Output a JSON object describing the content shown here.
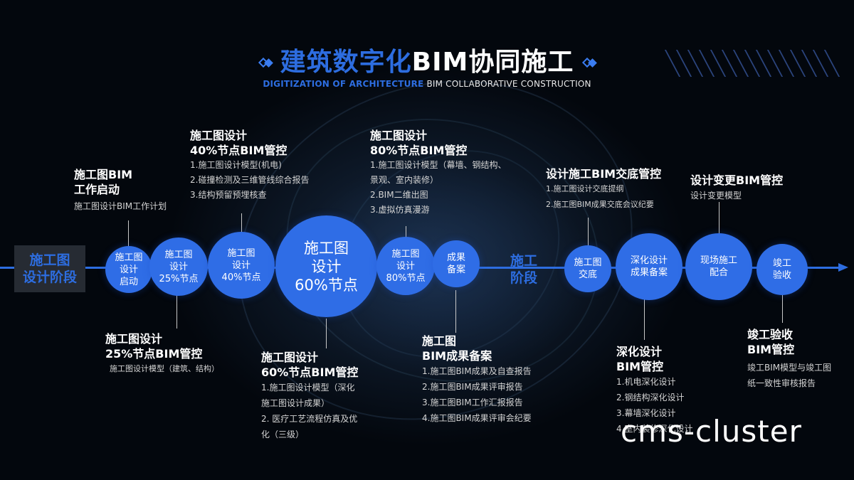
{
  "title": {
    "part1": "建筑数字化",
    "part2": "BIM协同施工"
  },
  "subtitle": {
    "part1": "DIGITIZATION OF ARCHITECTURE",
    "part2": "BIM COLLABORATIVE CONSTRUCTION"
  },
  "colors": {
    "accent": "#2f6de6",
    "background": "#03070d",
    "phase_box": "#262b33"
  },
  "phases": [
    {
      "line1": "施工图",
      "line2": "设计阶段"
    },
    {
      "line1": "施工",
      "line2": "阶段"
    }
  ],
  "nodes": [
    {
      "lines": [
        "施工图",
        "设计",
        "启动"
      ]
    },
    {
      "lines": [
        "施工图",
        "设计",
        "25%节点"
      ]
    },
    {
      "lines": [
        "施工图",
        "设计",
        "40%节点"
      ]
    },
    {
      "lines": [
        "施工图",
        "设计",
        "60%节点"
      ]
    },
    {
      "lines": [
        "施工图",
        "设计",
        "80%节点"
      ]
    },
    {
      "lines": [
        "成果",
        "备案"
      ]
    },
    {
      "lines": [
        "施工图",
        "交底"
      ]
    },
    {
      "lines": [
        "深化设计",
        "成果备案"
      ]
    },
    {
      "lines": [
        "现场施工",
        "配合"
      ]
    },
    {
      "lines": [
        "竣工",
        "验收"
      ]
    }
  ],
  "annotations": [
    {
      "heading": [
        "施工图BIM",
        "工作启动"
      ],
      "items": [
        "施工图设计BIM工作计划"
      ]
    },
    {
      "heading": [
        "施工图设计",
        "25%节点BIM管控"
      ],
      "items": [
        "施工图设计模型（建筑、结构）"
      ]
    },
    {
      "heading": [
        "施工图设计",
        "40%节点BIM管控"
      ],
      "items": [
        "1.施工图设计模型(机电)",
        "2.碰撞检测及三维管线综合报告",
        "3.结构预留预埋核查"
      ]
    },
    {
      "heading": [
        "施工图设计",
        "60%节点BIM管控"
      ],
      "items": [
        "1.施工图设计模型（深化",
        "施工图设计成果）",
        "2. 医疗工艺流程仿真及优",
        "化（三级）"
      ]
    },
    {
      "heading": [
        "施工图设计",
        "80%节点BIM管控"
      ],
      "items": [
        "1.施工图设计模型（幕墙、钢结构、",
        "景观、室内装修）",
        "2.BIM二维出图",
        "3.虚拟仿真漫游"
      ]
    },
    {
      "heading": [
        "施工图",
        "BIM成果备案"
      ],
      "items": [
        "1.施工图BIM成果及自查报告",
        "2.施工图BIM成果评审报告",
        "3.施工图BIM工作汇报报告",
        "4.施工图BIM成果评审会纪要"
      ]
    },
    {
      "heading": [
        "设计施工BIM交底管控"
      ],
      "items": [
        "1.施工图设计交底提纲",
        "2.施工图BIM成果交底会议纪要"
      ]
    },
    {
      "heading": [
        "深化设计",
        "BIM管控"
      ],
      "items": [
        "1.机电深化设计",
        "2.钢结构深化设计",
        "3.幕墙深化设计",
        "4.室内装修深化设计"
      ]
    },
    {
      "heading": [
        "设计变更BIM管控"
      ],
      "items": [
        "设计变更模型"
      ]
    },
    {
      "heading": [
        "竣工验收",
        "BIM管控"
      ],
      "items": [
        "竣工BIM模型与竣工图",
        "纸一致性审核报告"
      ]
    }
  ],
  "watermark": "cms-cluster"
}
